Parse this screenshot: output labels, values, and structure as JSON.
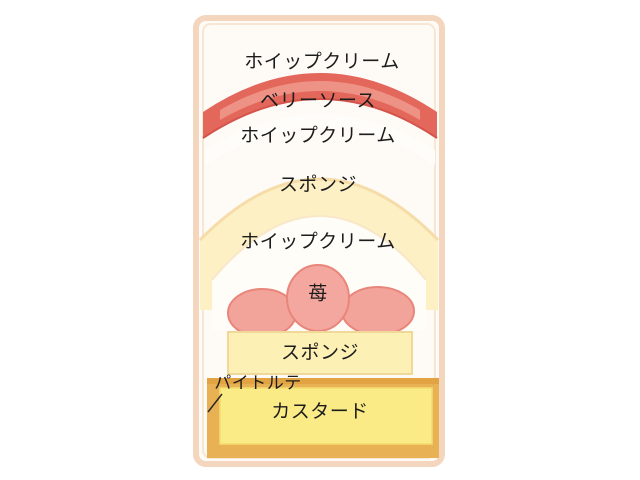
{
  "diagram": {
    "layers": {
      "top_cream": "ホイップクリーム",
      "berry_sauce": "ベリーソース",
      "cream_under_sauce": "ホイップクリーム",
      "sponge_dome": "スポンジ",
      "cream_inner": "ホイップクリーム",
      "strawberry": "苺",
      "sponge_block": "スポンジ",
      "custard": "カスタード"
    },
    "callout": "パイトルテ"
  },
  "colors": {
    "frame": "#f6dcc4",
    "sauce": "#e2685e",
    "strawberry": "#f2a29a",
    "sponge": "#fbedb6",
    "sponge_block": "#fcf1b4",
    "pie_crust": "#e9b458",
    "custard": "#faed88"
  }
}
